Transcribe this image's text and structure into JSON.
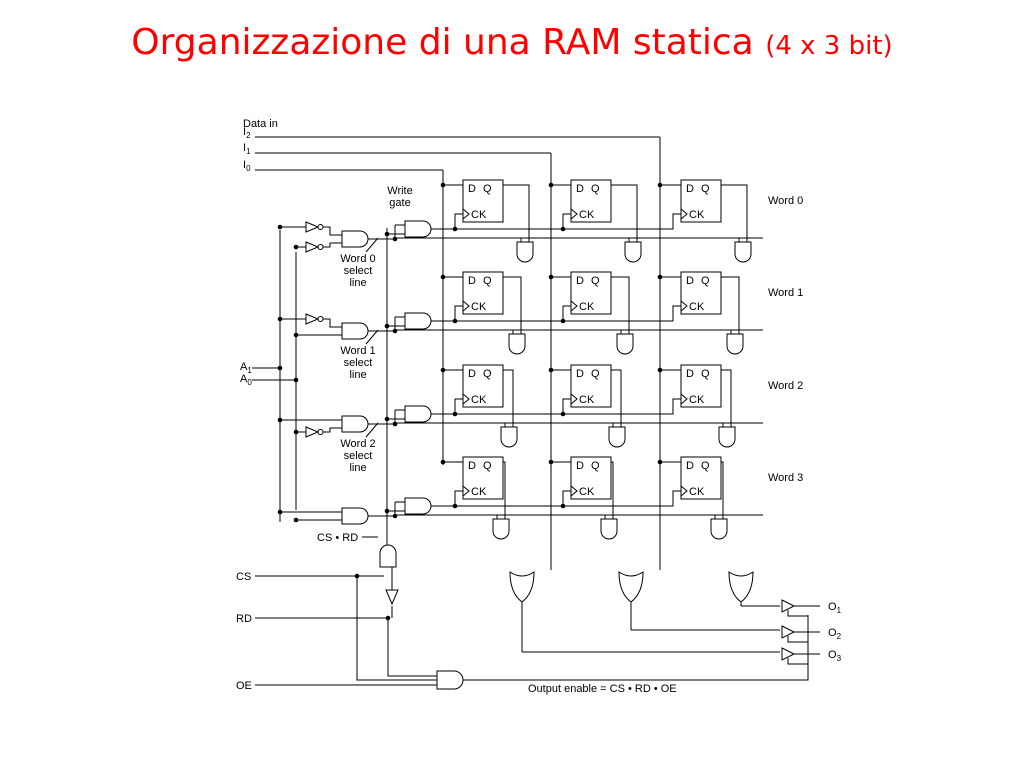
{
  "title": {
    "main": "Organizzazione di una RAM statica",
    "detail": "(4 x 3 bit)"
  },
  "labels": {
    "data_in": "Data in",
    "write_gate": [
      "Write",
      "gate"
    ],
    "word_select": [
      [
        "Word 0",
        "select",
        "line"
      ],
      [
        "Word 1",
        "select",
        "line"
      ],
      [
        "Word 2",
        "select",
        "line"
      ]
    ],
    "words": [
      "Word 0",
      "Word 1",
      "Word 2",
      "Word 3"
    ],
    "cs_rd": "CS • RD",
    "cs": "CS",
    "rd": "RD",
    "oe": "OE",
    "output_enable": "Output enable = CS • RD • OE",
    "ff_d": "D",
    "ff_q": "Q",
    "ff_ck": "CK",
    "inputs": [
      {
        "letter": "I",
        "sub": "2"
      },
      {
        "letter": "I",
        "sub": "1"
      },
      {
        "letter": "I",
        "sub": "0"
      }
    ],
    "address": [
      {
        "letter": "A",
        "sub": "1"
      },
      {
        "letter": "A",
        "sub": "0"
      }
    ],
    "outputs": [
      {
        "letter": "O",
        "sub": "1"
      },
      {
        "letter": "O",
        "sub": "2"
      },
      {
        "letter": "O",
        "sub": "3"
      }
    ]
  },
  "colors": {
    "title": "#ff0000",
    "line": "#000000"
  }
}
